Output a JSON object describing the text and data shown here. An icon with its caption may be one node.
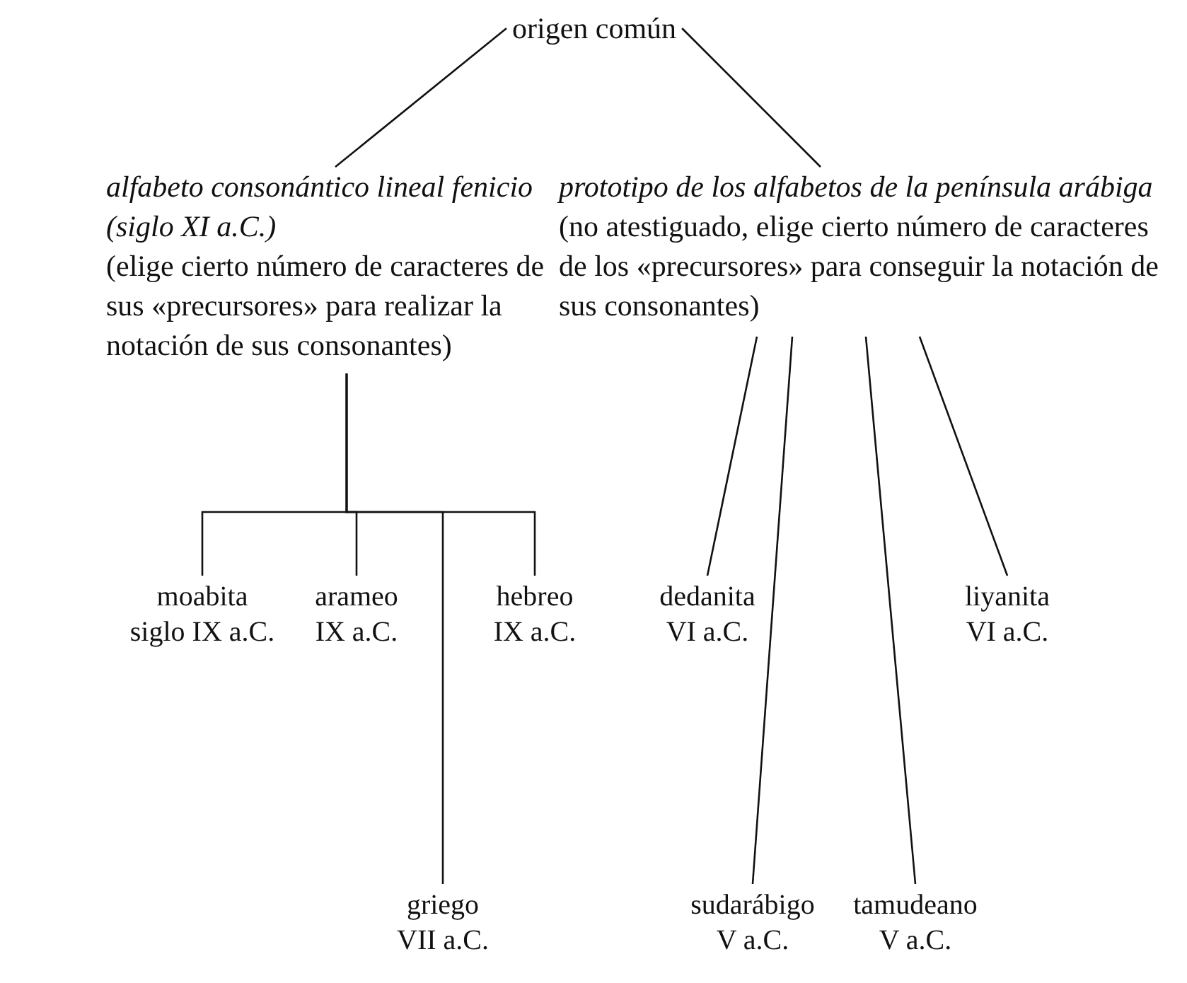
{
  "diagram": {
    "nodes": [
      {
        "text": [
          "origen común"
        ]
      },
      {
        "text": [
          "alfabeto consonántico lineal fenicio (siglo XI a.C.)",
          "(elige cierto número de caracteres de sus «precursores» para realizar la notación de sus consonantes)"
        ]
      },
      {
        "text": [
          "prototipo de los alfabetos de la península arábiga",
          "(no atestiguado, elige cierto número de caracteres de los «precursores» para conseguir la notación de sus consonantes)"
        ]
      },
      {
        "text": [
          "moabita",
          "siglo IX a.C."
        ]
      },
      {
        "text": [
          "arameo",
          "IX a.C."
        ]
      },
      {
        "text": [
          "hebreo",
          "IX a.C."
        ]
      },
      {
        "text": [
          "griego",
          "VII a.C."
        ]
      },
      {
        "text": [
          "dedanita",
          "VI a.C."
        ]
      },
      {
        "text": [
          "sudarábigo",
          "V a.C."
        ]
      },
      {
        "text": [
          "tamudeano",
          "V a.C."
        ]
      },
      {
        "text": [
          "liyanita",
          "VI a.C."
        ]
      }
    ],
    "edges": [
      {
        "from": 0,
        "to": 1,
        "arrow": "none"
      },
      {
        "from": 0,
        "to": 2,
        "arrow": "none"
      },
      {
        "from": 1,
        "to": 3,
        "arrow": "none"
      },
      {
        "from": 1,
        "to": 4,
        "arrow": "none"
      },
      {
        "from": 1,
        "to": 5,
        "arrow": "none"
      },
      {
        "from": 1,
        "to": 6,
        "arrow": "none"
      },
      {
        "from": 2,
        "to": 7,
        "arrow": "none"
      },
      {
        "from": 2,
        "to": 8,
        "arrow": "none"
      },
      {
        "from": 2,
        "to": 9,
        "arrow": "none"
      },
      {
        "from": 2,
        "to": 10,
        "arrow": "none"
      }
    ]
  }
}
